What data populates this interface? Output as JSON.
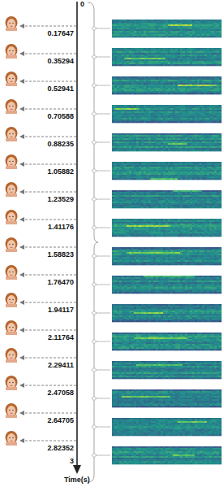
{
  "diagram": {
    "labels": [
      "0",
      "0.17647",
      "0.35294",
      "0.52941",
      "0.70588",
      "0.88235",
      "1.05882",
      "1.23529",
      "1.41176",
      "1.58823",
      "1.76470",
      "1.94117",
      "2.11764",
      "2.29411",
      "2.47058",
      "2.64705",
      "2.82352",
      "3",
      "Time(s)"
    ]
  }
}
